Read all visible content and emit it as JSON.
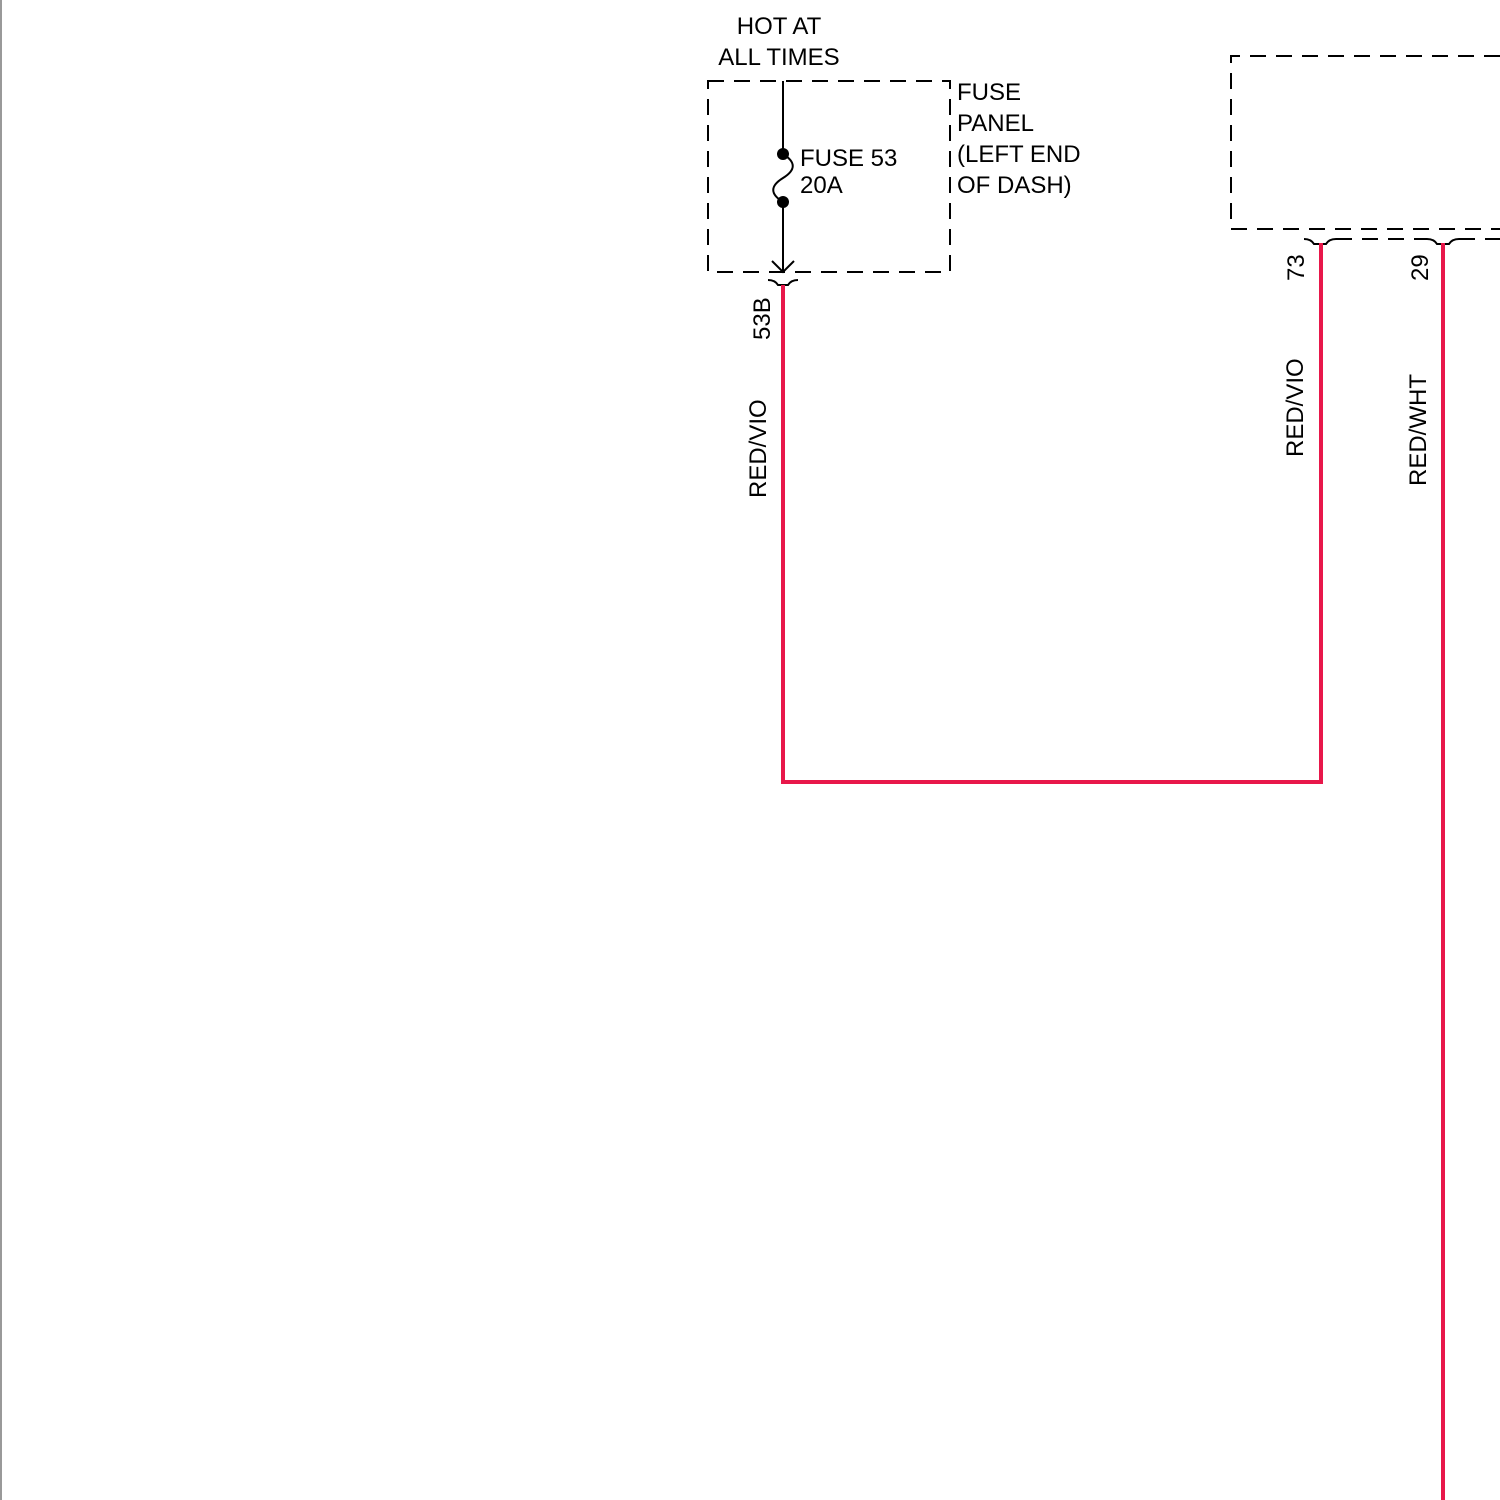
{
  "colors": {
    "wire": "#e8174a",
    "ink": "#000000",
    "background": "#ffffff"
  },
  "power_label": {
    "line1": "HOT AT",
    "line2": "ALL TIMES"
  },
  "fuse_panel": {
    "label_lines": [
      "FUSE",
      "PANEL",
      "(LEFT END",
      "OF DASH)"
    ],
    "fuse_name": "FUSE 53",
    "fuse_rating": "20A",
    "output_terminal": "53B"
  },
  "module_connector": {
    "pins": [
      {
        "pin": "73",
        "wire_color": "RED/VIO"
      },
      {
        "pin": "29",
        "wire_color": "RED/WHT"
      }
    ]
  },
  "wires": [
    {
      "id": "fuse-53b-to-pin-73",
      "color_code": "RED/VIO"
    },
    {
      "id": "pin-29-down",
      "color_code": "RED/WHT"
    }
  ]
}
